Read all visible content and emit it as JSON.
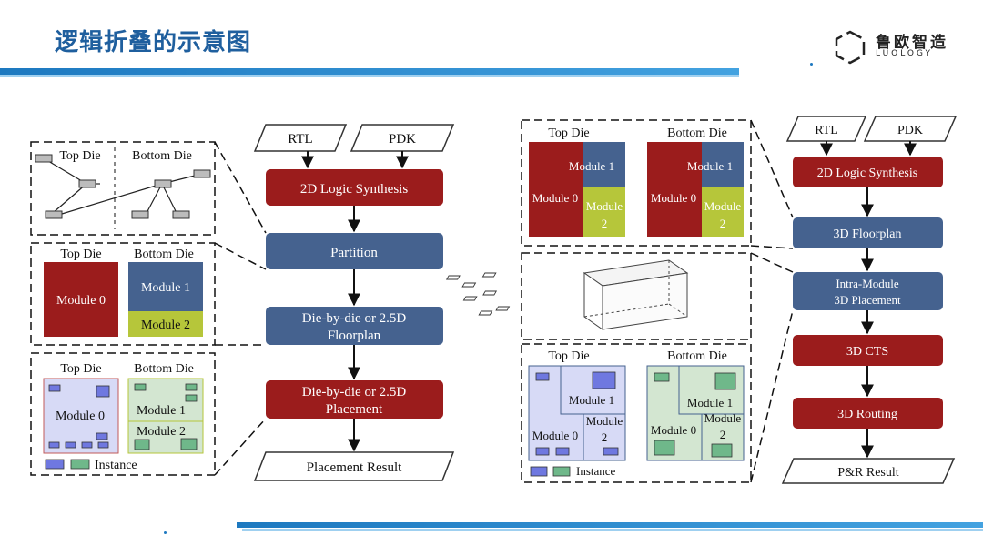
{
  "title": "逻辑折叠的示意图",
  "logo": {
    "cn": "鲁欧智造",
    "en": "LUOLOGY",
    "icon": "hexagon-bracket-logo"
  },
  "colors": {
    "accent": "#1d79c0",
    "red": "#9b1c1c",
    "blue": "#45628f",
    "yellow_green": "#b6c63a"
  },
  "left": {
    "inputs": [
      "RTL",
      "PDK"
    ],
    "steps": [
      "2D Logic Synthesis",
      "Partition",
      "Die-by-die or 2.5D",
      "Floorplan",
      "Die-by-die or 2.5D",
      "Placement"
    ],
    "result": "Placement Result",
    "die_top": "Top Die",
    "die_bottom": "Bottom Die",
    "module0": "Module 0",
    "module1": "Module 1",
    "module2": "Module 2",
    "instance": "Instance"
  },
  "right": {
    "inputs": [
      "RTL",
      "PDK"
    ],
    "steps": [
      "2D Logic Synthesis",
      "3D Floorplan",
      "Intra-Module",
      "3D Placement",
      "3D CTS",
      "3D Routing"
    ],
    "result": "P&R Result",
    "die_top": "Top Die",
    "die_bottom": "Bottom Die",
    "module0": "Module 0",
    "module1": "Module 1",
    "module2_a": "Module",
    "module2_b": "2",
    "instance": "Instance"
  }
}
